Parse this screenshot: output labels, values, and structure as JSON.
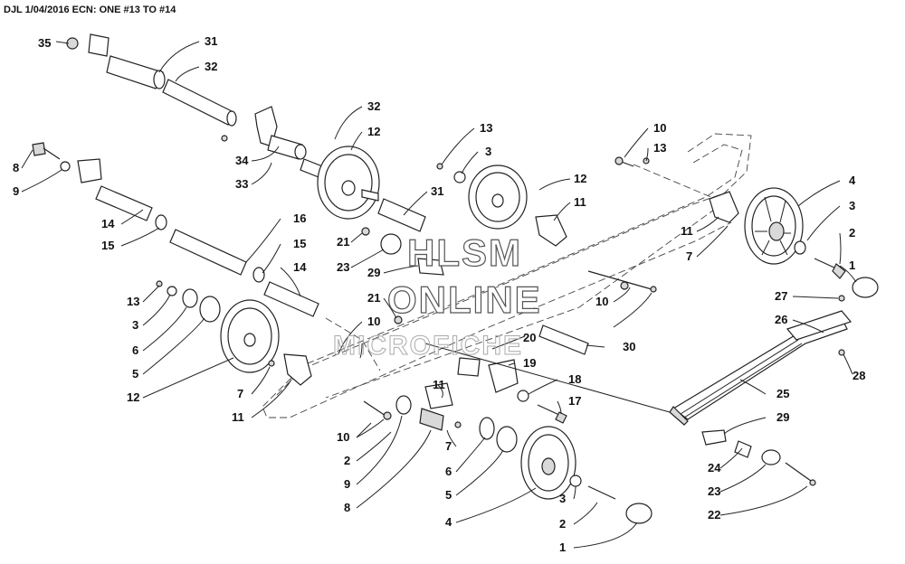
{
  "header": {
    "revision_text": "DJL 1/04/2016 ECN: ONE #13 TO #14"
  },
  "watermark": {
    "line1": "HLSM",
    "line2": "ONLINE",
    "line3": "MICROFICHE"
  },
  "callouts": [
    "35",
    "31",
    "32",
    "32",
    "12",
    "34",
    "33",
    "13",
    "3",
    "12",
    "31",
    "11",
    "10",
    "13",
    "4",
    "3",
    "2",
    "1",
    "11",
    "7",
    "8",
    "9",
    "14",
    "15",
    "16",
    "15",
    "14",
    "21",
    "23",
    "29",
    "21",
    "10",
    "10",
    "20",
    "30",
    "13",
    "3",
    "6",
    "5",
    "12",
    "7",
    "11",
    "10",
    "2",
    "9",
    "8",
    "7",
    "6",
    "5",
    "4",
    "3",
    "2",
    "1",
    "11",
    "19",
    "18",
    "17",
    "10",
    "27",
    "26",
    "28",
    "25",
    "29",
    "24",
    "23",
    "22"
  ]
}
